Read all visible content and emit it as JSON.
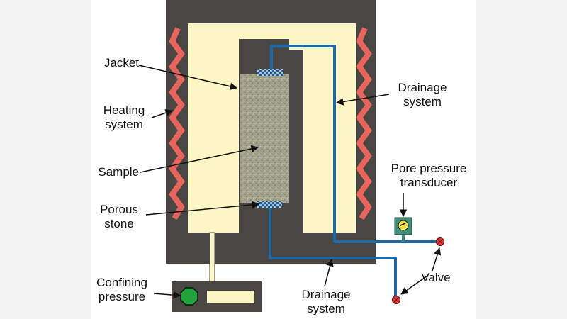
{
  "labels": {
    "jacket": "Jacket",
    "heating_1": "Heating",
    "heating_2": "system",
    "sample": "Sample",
    "porous_1": "Porous",
    "porous_2": "stone",
    "confining_1": "Confining",
    "confining_2": "pressure",
    "drainage_top_1": "Drainage",
    "drainage_top_2": "system",
    "pore_1": "Pore pressure",
    "pore_2": "transducer",
    "valve": "Valve",
    "drainage_bottom_1": "Drainage",
    "drainage_bottom_2": "system"
  },
  "colors": {
    "vessel": "#4a4644",
    "jacket_fill": "#fcf6c4",
    "heater": "#e8655d",
    "sample": "#a2a38a",
    "porous_stone": "#8fb4d4",
    "pipe": "#1f6aa5",
    "valve": "#e23a35",
    "transducer": "#3f8f7a",
    "gauge": "#1fa33a"
  }
}
